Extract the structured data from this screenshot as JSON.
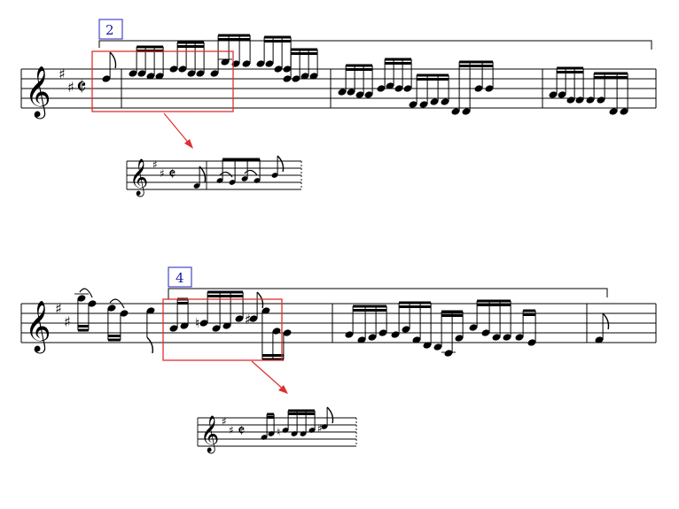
{
  "excerpts": [
    {
      "label": "2",
      "clef": "treble-clef-icon",
      "key_signature": [
        "sharp",
        "sharp"
      ],
      "time_signature": "cut-time"
    },
    {
      "label": "4",
      "clef": "treble-clef-icon",
      "key_signature": [
        "sharp",
        "sharp"
      ],
      "time_signature": "cut-time"
    }
  ],
  "colors": {
    "highlight": "#e03030",
    "label_box": "#2020c0",
    "ink": "#000000"
  },
  "glyphs": {
    "clef": "𝄞",
    "cut_time": "𝄵",
    "sharp": "♯",
    "natural": "♮"
  }
}
